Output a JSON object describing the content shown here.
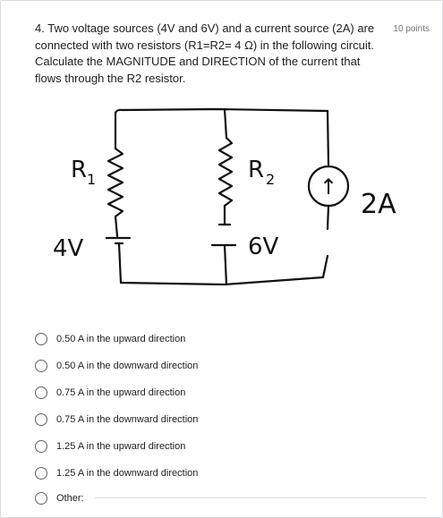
{
  "question": {
    "text": "4. Two voltage sources (4V and 6V) and a current source (2A) are connected with two resistors (R1=R2= 4 Ω) in the following circuit. Calculate the MAGNITUDE and DIRECTION of the current that flows through the R2 resistor.",
    "points": "10 points"
  },
  "circuit": {
    "r1_label": "R",
    "r1_subscript": "1",
    "r2_label": "R",
    "r2_subscript": "2",
    "v1_label": "4V",
    "v2_label": "6V",
    "current_label": "2A",
    "current_arrow": "↑"
  },
  "options": [
    {
      "label": "0.50 A in the upward direction"
    },
    {
      "label": "0.50 A in the downward direction"
    },
    {
      "label": "0.75 A in the upward direction"
    },
    {
      "label": "0.75 A in the downward direction"
    },
    {
      "label": "1.25 A in the upward direction"
    },
    {
      "label": "1.25 A in the downward direction"
    },
    {
      "label": "Other:"
    }
  ],
  "colors": {
    "text": "#202124",
    "muted": "#70757a",
    "radio_border": "#5f6368",
    "divider": "#dadce0",
    "ink": "#111111"
  }
}
